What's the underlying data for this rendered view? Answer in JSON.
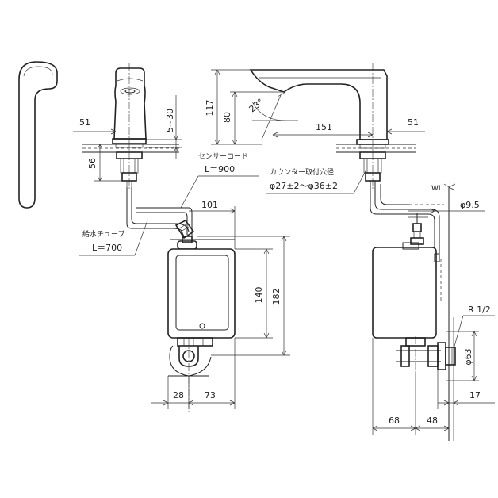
{
  "dimensions": {
    "d51_left": "51",
    "d5_30": "5~30",
    "d56": "56",
    "d117": "117",
    "d80": "80",
    "d23deg": "23°",
    "d151": "151",
    "d51_right": "51",
    "d101": "101",
    "d140": "140",
    "d182": "182",
    "d28": "28",
    "d73": "73",
    "d9_5": "φ9.5",
    "d63": "φ63",
    "d17": "17",
    "d68": "68",
    "d48": "48",
    "r1_2": "R 1/2"
  },
  "labels": {
    "sensor_cord_line1": "センサーコード",
    "sensor_cord_line2": "L＝900",
    "counter_hole_line1": "カウンター取付穴径",
    "counter_hole_line2": "φ27±2～φ36±2",
    "supply_tube_line1": "給水チューブ",
    "supply_tube_line2": "L＝700",
    "wl": "WL"
  }
}
